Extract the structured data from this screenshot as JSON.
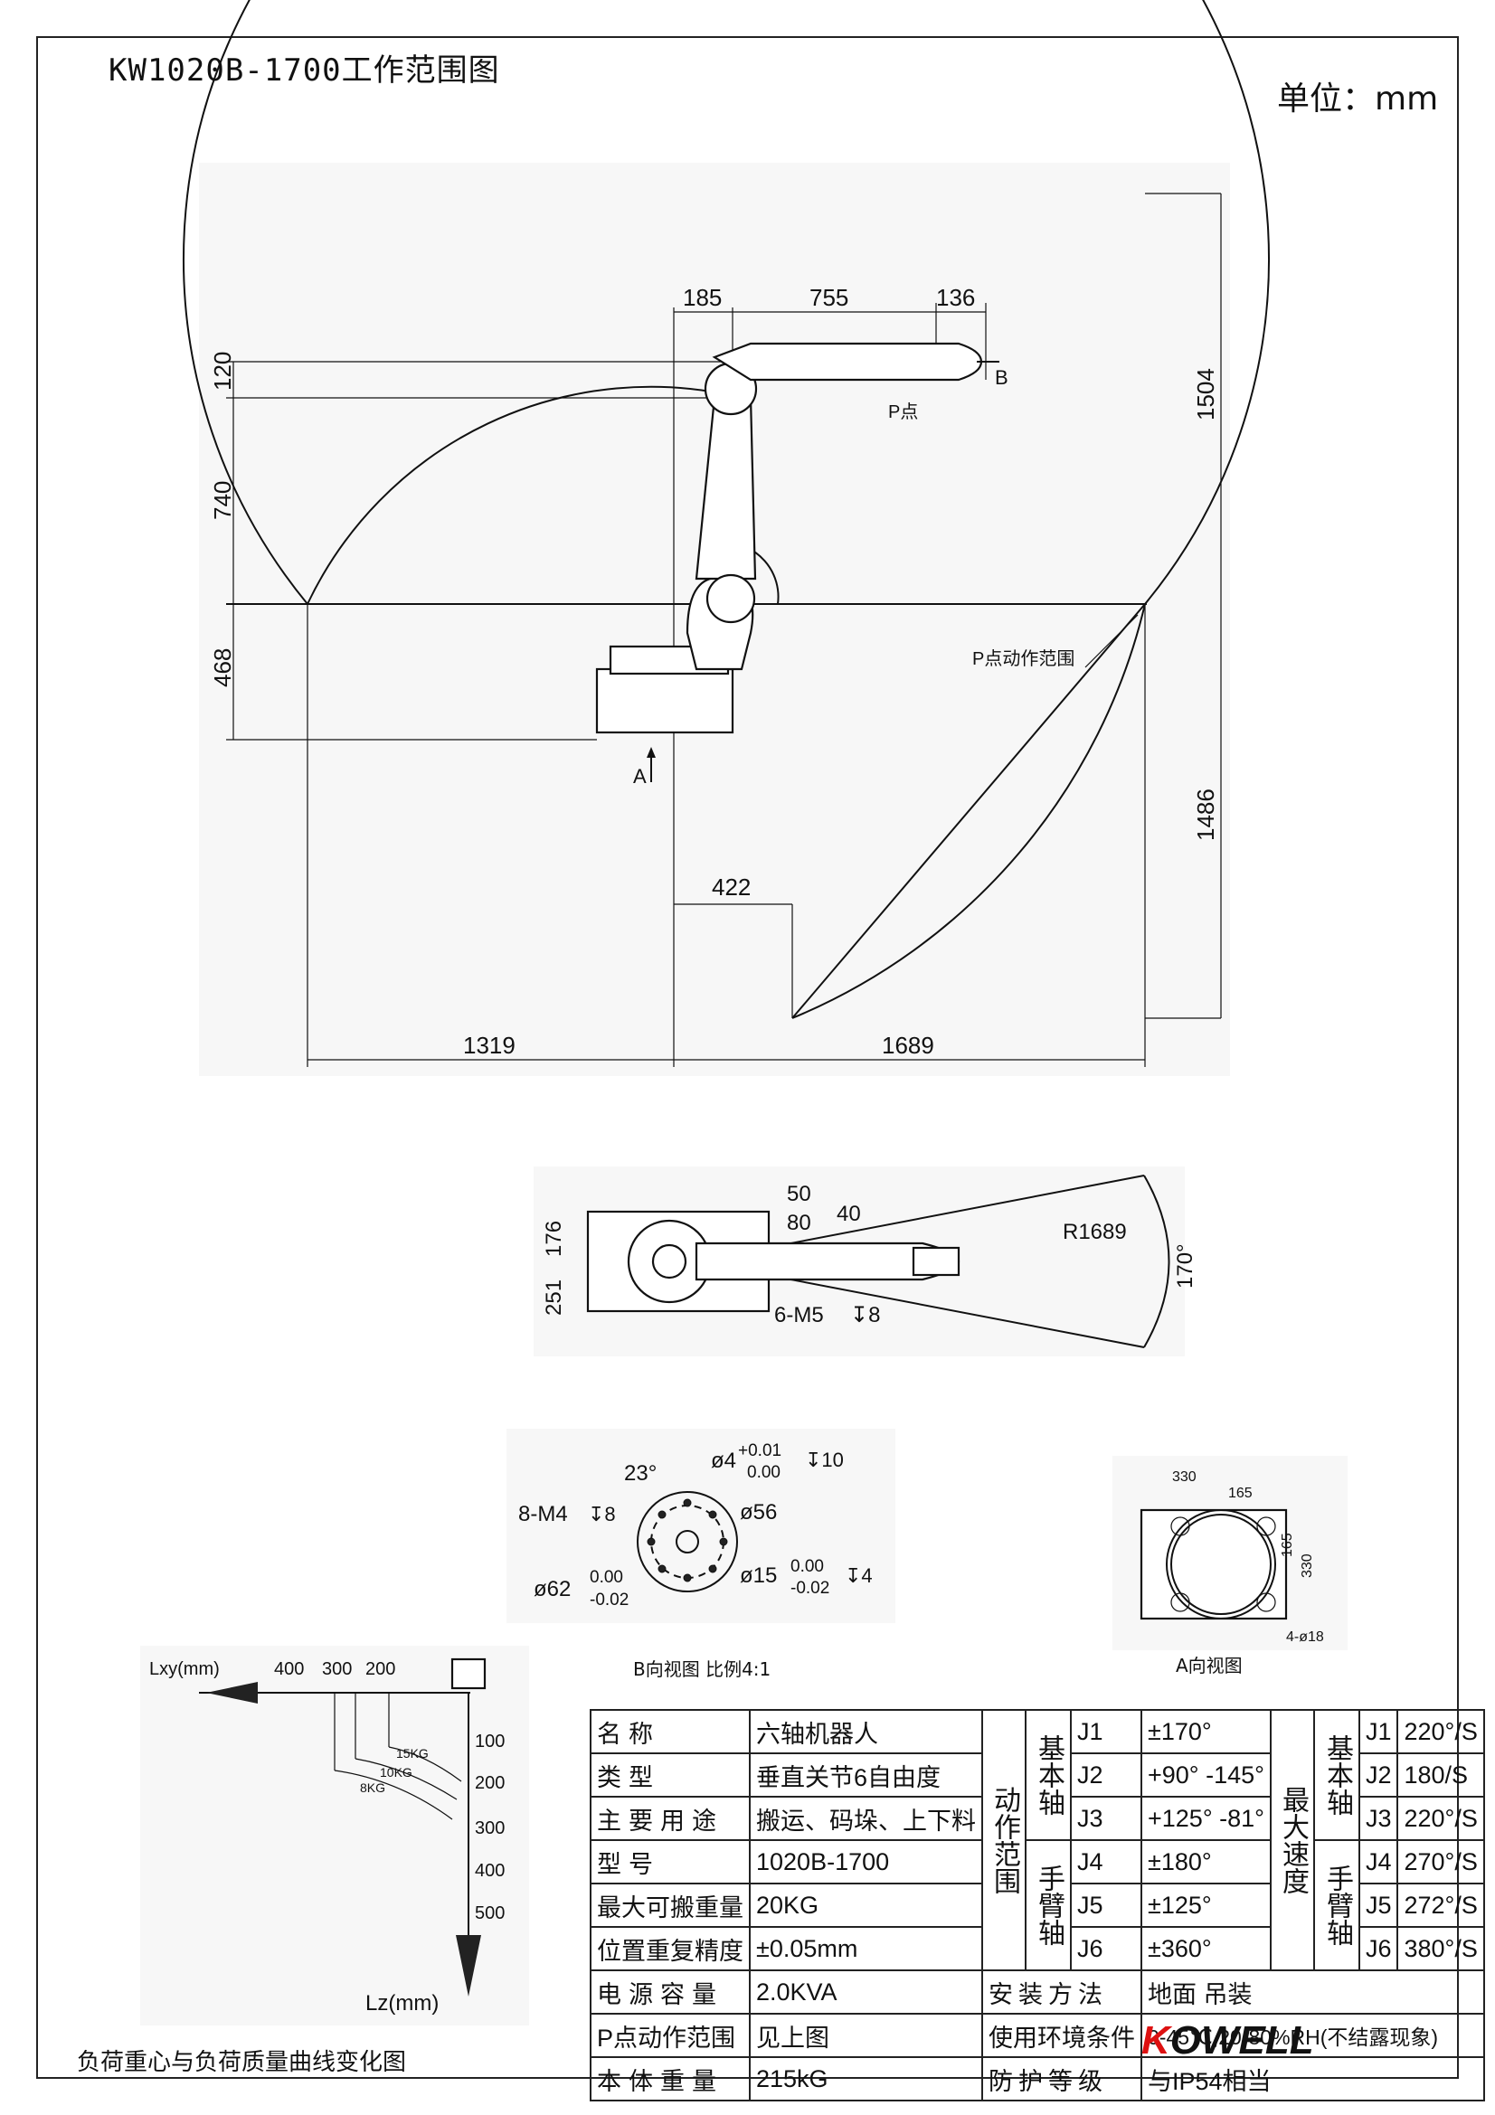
{
  "header": {
    "title": "KW1020B-1700工作范围图",
    "unit": "单位：mm"
  },
  "side_view": {
    "dims": {
      "top_185": "185",
      "top_755": "755",
      "top_136": "136",
      "left_120": "120",
      "left_740": "740",
      "left_468": "468",
      "right_1504": "1504",
      "right_1486": "1486",
      "bottom_422": "422",
      "bottom_1319": "1319",
      "bottom_1689": "1689"
    },
    "labels": {
      "b_mark": "B",
      "a_mark": "A",
      "p_point": "P点",
      "p_range": "P点动作范围"
    }
  },
  "top_view": {
    "dims": {
      "d50": "50",
      "d80": "80",
      "d40": "40",
      "d176": "176",
      "d251": "251",
      "radius": "R1689",
      "angle": "170°",
      "screws": "6-M5",
      "screw_depth": "↧8"
    }
  },
  "b_view": {
    "labels": {
      "angle": "23°",
      "pin": "ø4",
      "pin_tol_up": "+0.01",
      "pin_tol_lo": "0.00",
      "pin_depth": "↧10",
      "thread": "8-M4",
      "thread_depth": "↧8",
      "d56": "ø56",
      "d62": "ø62",
      "d62_up": "0.00",
      "d62_lo": "-0.02",
      "d15": "ø15",
      "d15_up": "0.00",
      "d15_lo": "-0.02",
      "d15_depth": "↧4"
    },
    "caption": "B向视图 比例4:1"
  },
  "a_view": {
    "labels": {
      "d330_top": "330",
      "d165_top": "165",
      "d165_side": "165",
      "d330_side": "330",
      "holes": "4-ø18"
    },
    "caption": "A向视图"
  },
  "load_chart": {
    "x_label": "Lxy(mm)",
    "y_label": "Lz(mm)",
    "x_ticks": [
      "400",
      "300",
      "200"
    ],
    "y_ticks": [
      "100",
      "200",
      "300",
      "400",
      "500"
    ],
    "curves": [
      "15KG",
      "10KG",
      "8KG"
    ],
    "caption": "负荷重心与负荷质量曲线变化图"
  },
  "spec_table": {
    "rows": [
      {
        "label": "名称",
        "value": "六轴机器人"
      },
      {
        "label": "类型",
        "value": "垂直关节6自由度"
      },
      {
        "label": "主要用途",
        "value": "搬运、码垛、上下料"
      },
      {
        "label": "型号",
        "value": "1020B-1700"
      },
      {
        "label": "最大可搬重量",
        "value": "20KG"
      },
      {
        "label": "位置重复精度",
        "value": "±0.05mm"
      },
      {
        "label": "电源容量",
        "value": "2.0KVA"
      },
      {
        "label": "P点动作范围",
        "value": "见上图"
      },
      {
        "label": "本体重量",
        "value": "215kG"
      }
    ],
    "motion_header": "动作范围",
    "speed_header": "最大速度",
    "group_basic": "基本轴",
    "group_wrist": "手臂轴",
    "axes": [
      {
        "axis": "J1",
        "range": "±170°",
        "speed": "220°/S"
      },
      {
        "axis": "J2",
        "range": "+90° -145°",
        "speed": "180/S"
      },
      {
        "axis": "J3",
        "range": "+125° -81°",
        "speed": "220°/S"
      },
      {
        "axis": "J4",
        "range": "±180°",
        "speed": "270°/S"
      },
      {
        "axis": "J5",
        "range": "±125°",
        "speed": "272°/S"
      },
      {
        "axis": "J6",
        "range": "±360°",
        "speed": "380°/S"
      }
    ],
    "install": {
      "label": "安装方法",
      "value": "地面 吊装"
    },
    "env": {
      "label": "使用环境条件",
      "value": "0-45℃,20-80%RH(不结露现象)"
    },
    "protection": {
      "label": "防护等级",
      "value": "与IP54相当"
    }
  },
  "logo": {
    "k": "K",
    "rest": "OWELL"
  }
}
